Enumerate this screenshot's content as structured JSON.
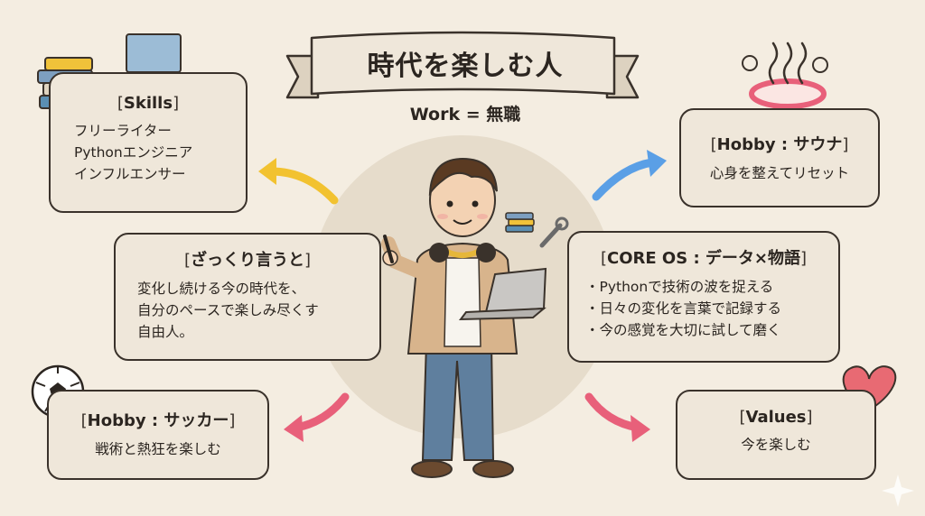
{
  "title": "時代を楽しむ人",
  "work": "Work = 無職",
  "skills": {
    "heading": "Skills",
    "lines": [
      "フリーライター",
      "Pythonエンジニア",
      "インフルエンサー"
    ]
  },
  "hobby_sauna": {
    "heading": "Hobby : サウナ",
    "line": "心身を整えてリセット"
  },
  "summary": {
    "heading": "ざっくり言うと",
    "lines": [
      "変化し続ける今の時代を、",
      "自分のペースで楽しみ尽くす",
      "自由人。"
    ]
  },
  "core_os": {
    "heading": "CORE OS : データ×物語",
    "lines": [
      "・Pythonで技術の波を捉える",
      "・日々の変化を言葉で記録する",
      "・今の感覚を大切に試して磨く"
    ]
  },
  "hobby_soccer": {
    "heading": "Hobby : サッカー",
    "line": "戦術と熱狂を楽しむ"
  },
  "values": {
    "heading": "Values",
    "line": "今を楽しむ"
  },
  "colors": {
    "background": "#f4ede1",
    "card": "#efe7da",
    "arrow_yellow": "#f2c230",
    "arrow_blue": "#5a9fe6",
    "arrow_red": "#e8607a",
    "heart": "#e86a73",
    "hotspring": "#e8607a"
  },
  "icons": [
    "books-icon",
    "laptop-icon",
    "hot-spring-icon",
    "soccer-ball-icon",
    "heart-icon",
    "wrench-icon",
    "sparkle-icon"
  ]
}
